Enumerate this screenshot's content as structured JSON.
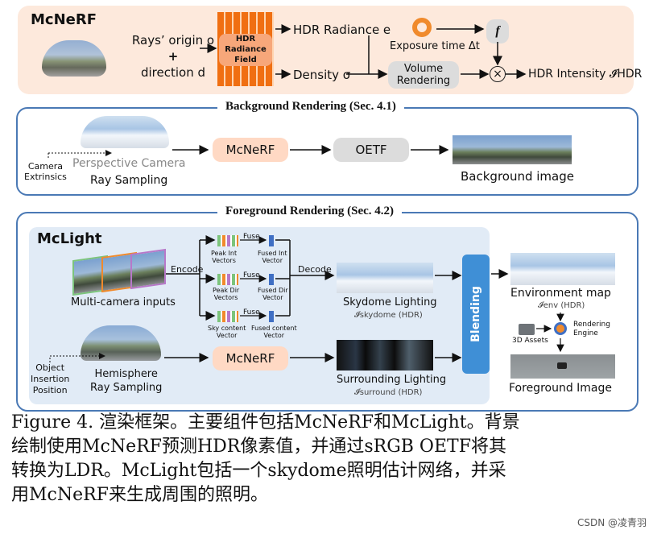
{
  "top": {
    "title": "McNeRF",
    "input_lines": [
      "Rays’ origin o",
      "+",
      "direction d"
    ],
    "hdr_field": [
      "HDR",
      "Radiance",
      "Field"
    ],
    "hdr_radiance": "HDR Radiance e",
    "density": "Density σ",
    "exposure": "Exposure time Δt",
    "f_label": "f",
    "volume_rendering": [
      "Volume",
      "Rendering"
    ],
    "times": "×",
    "hdr_intensity": "HDR Intensity 𝓘̂HDR"
  },
  "bg": {
    "section": "Background Rendering (Sec. 4.1)",
    "camera_extrinsics": [
      "Camera",
      "Extrinsics"
    ],
    "perspective_camera": "Perspective Camera",
    "ray_sampling": "Ray Sampling",
    "mcnerf": "McNeRF",
    "oetf": "OETF",
    "background_image": "Background image"
  },
  "fg": {
    "section": "Foreground Rendering (Sec. 4.2)",
    "mclight": "McLight",
    "encode": "Encode",
    "fuse": "Fuse",
    "decode": "Decode",
    "multi_camera": "Multi-camera inputs",
    "peak_int": [
      "Peak Int",
      "Vectors"
    ],
    "fused_int": [
      "Fused Int",
      "Vector"
    ],
    "peak_dir": [
      "Peak Dir",
      "Vectors"
    ],
    "fused_dir": [
      "Fused Dir",
      "Vector"
    ],
    "sky_content": [
      "Sky content",
      "Vector"
    ],
    "fused_content": [
      "Fused content",
      "Vector"
    ],
    "skydome_lighting": "Skydome Lighting",
    "skydome_sub": "𝓘skydome  (HDR)",
    "object_insertion": [
      "Object",
      "Insertion",
      "Position"
    ],
    "hemisphere": [
      "Hemisphere",
      "Ray Sampling"
    ],
    "mcnerf": "McNeRF",
    "surrounding_lighting": "Surrounding Lighting",
    "surrounding_sub": "𝓘surround  (HDR)",
    "blending": "Blending",
    "environment_map": "Environment map",
    "env_sub": "𝓘env  (HDR)",
    "assets": "3D Assets",
    "rendering_engine": [
      "Rendering",
      "Engine"
    ],
    "foreground_image": "Foreground Image"
  },
  "caption": {
    "lines": [
      "Figure 4. 渲染框架。主要组件包括McNeRF和McLight。背景",
      "绘制使用McNeRF预测HDR像素值，并通过sRGB OETF将其",
      "转换为LDR。McLight包括一个skydome照明估计网络，并采",
      "用McNeRF来生成周围的照明。"
    ]
  },
  "watermark": "CSDN @凌青羽"
}
